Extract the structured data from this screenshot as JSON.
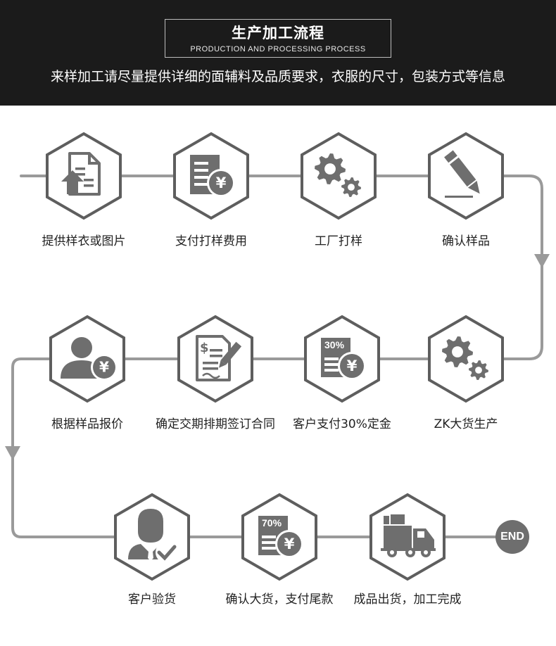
{
  "header": {
    "title": "生产加工流程",
    "title_en": "PRODUCTION AND PROCESSING PROCESS",
    "subtitle": "来样加工请尽量提供详细的面辅料及品质要求，衣服的尺寸，包装方式等信息"
  },
  "colors": {
    "header_bg": "#1b1b1b",
    "icon_gray": "#6e6e6e",
    "line_gray": "#9a9a9a",
    "hex_border": "#5e5e5e"
  },
  "steps": [
    {
      "label": "提供样衣或图片",
      "icon": "document-upload-icon"
    },
    {
      "label": "支付打样费用",
      "icon": "bill-yuan-icon"
    },
    {
      "label": "工厂打样",
      "icon": "gears-icon"
    },
    {
      "label": "确认样品",
      "icon": "pencil-icon"
    },
    {
      "label": "ZK大货生产",
      "icon": "gears-icon"
    },
    {
      "label": "客户支付30%定金",
      "icon": "bill-yuan-icon",
      "badge": "30%"
    },
    {
      "label": "确定交期排期签订合同",
      "icon": "contract-sign-icon"
    },
    {
      "label": "根据样品报价",
      "icon": "person-yuan-icon"
    },
    {
      "label": "客户验货",
      "icon": "inspector-check-icon"
    },
    {
      "label": "确认大货，支付尾款",
      "icon": "bill-yuan-icon",
      "badge": "70%"
    },
    {
      "label": "成品出货，加工完成",
      "icon": "truck-icon"
    }
  ],
  "end_label": "END"
}
